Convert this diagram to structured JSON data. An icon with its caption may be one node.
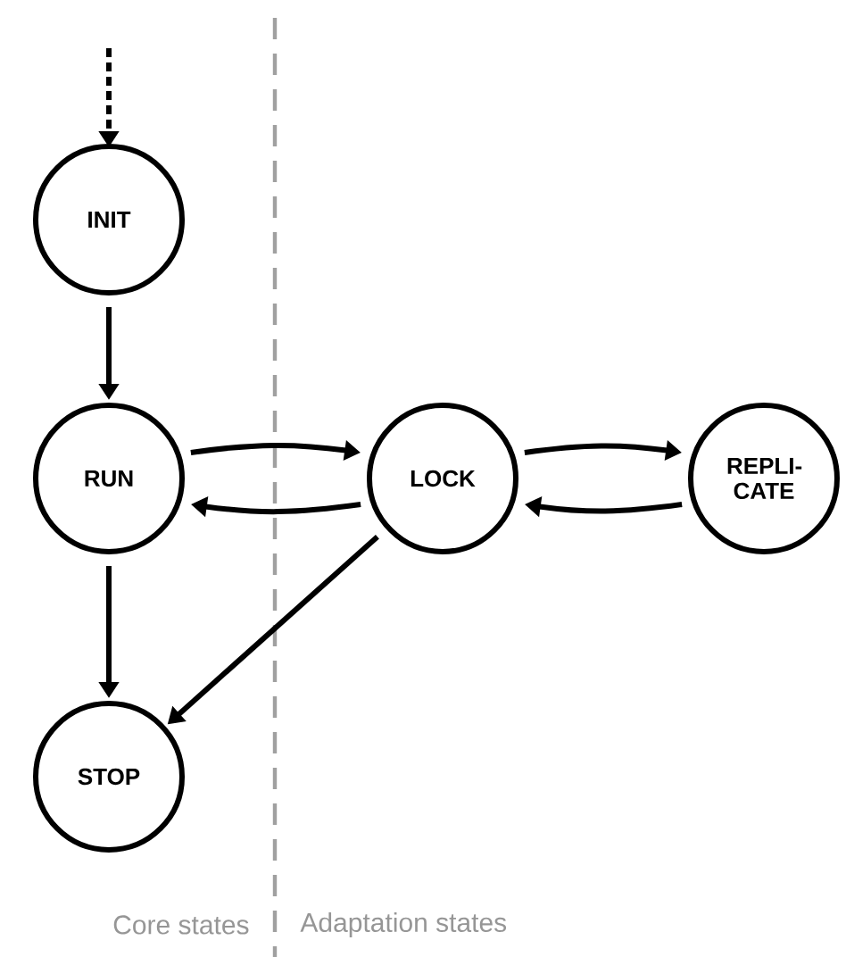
{
  "diagram": {
    "nodes": [
      {
        "text": [
          "INIT"
        ]
      },
      {
        "text": [
          "RUN"
        ]
      },
      {
        "text": [
          "LOCK"
        ]
      },
      {
        "text": [
          "REPLI- CATE"
        ]
      },
      {
        "text": [
          "STOP"
        ]
      }
    ],
    "edges": [
      {
        "from": null,
        "to": 0,
        "arrow": "to",
        "style": "dashed"
      },
      {
        "from": 0,
        "to": 1,
        "arrow": "to"
      },
      {
        "from": 1,
        "to": 2,
        "arrow": "to"
      },
      {
        "from": 2,
        "to": 1,
        "arrow": "to"
      },
      {
        "from": 2,
        "to": 3,
        "arrow": "to"
      },
      {
        "from": 3,
        "to": 2,
        "arrow": "to"
      },
      {
        "from": 1,
        "to": 4,
        "arrow": "to"
      },
      {
        "from": 2,
        "to": 4,
        "arrow": "to"
      }
    ],
    "labels": [
      "Core states",
      "Adaptation states"
    ]
  }
}
